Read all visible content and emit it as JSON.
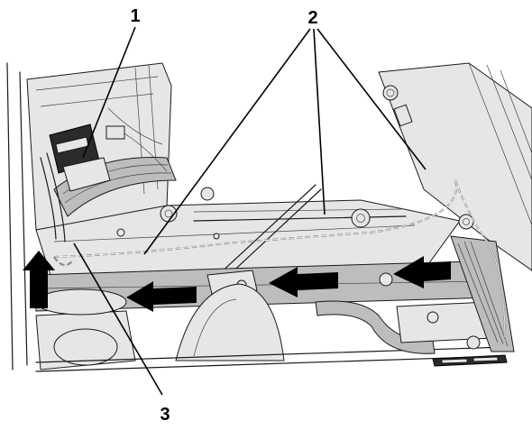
{
  "callouts": [
    {
      "label": "1"
    },
    {
      "label": "2"
    },
    {
      "label": "3"
    }
  ],
  "colors": {
    "line": "#1a1a1a",
    "arrow": "#000000",
    "harness": "#8a8a8a",
    "shade": "#bdbdbd"
  }
}
